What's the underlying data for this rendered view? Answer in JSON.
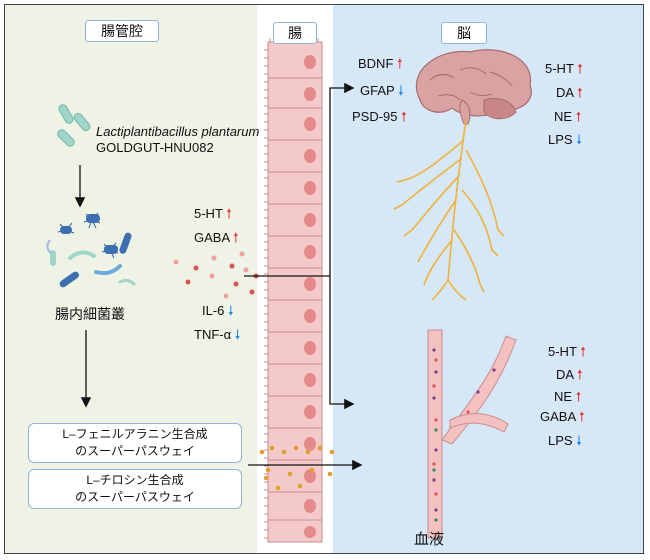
{
  "headers": {
    "lumen": "腸管腔",
    "gut": "腸",
    "brain": "脳"
  },
  "bacteria": {
    "species": "Lactiplantibacillus plantarum",
    "strain": "GOLDGUT-HNU082"
  },
  "microbiota_label": "腸内細菌叢",
  "pathways": [
    {
      "line1": "L–フェニルアラニン生合成",
      "line2": "のスーパーパスウェイ"
    },
    {
      "line1": "L–チロシン生合成",
      "line2": "のスーパーパスウェイ"
    }
  ],
  "gut_markers": [
    {
      "name": "5-HT",
      "direction": "up"
    },
    {
      "name": "GABA",
      "direction": "up"
    },
    {
      "name": "IL-6",
      "direction": "down"
    },
    {
      "name": "TNF-α",
      "direction": "down"
    }
  ],
  "brain_left_markers": [
    {
      "name": "BDNF",
      "direction": "up"
    },
    {
      "name": "GFAP",
      "direction": "down"
    },
    {
      "name": "PSD-95",
      "direction": "up"
    }
  ],
  "brain_right_markers": [
    {
      "name": "5-HT",
      "direction": "up"
    },
    {
      "name": "DA",
      "direction": "up"
    },
    {
      "name": "NE",
      "direction": "up"
    },
    {
      "name": "LPS",
      "direction": "down"
    }
  ],
  "blood_markers": [
    {
      "name": "5-HT",
      "direction": "up"
    },
    {
      "name": "DA",
      "direction": "up"
    },
    {
      "name": "NE",
      "direction": "up"
    },
    {
      "name": "GABA",
      "direction": "up"
    },
    {
      "name": "LPS",
      "direction": "down"
    }
  ],
  "blood_label": "血液",
  "colors": {
    "up_arrow": "#e53935",
    "down_arrow": "#1e88e5",
    "lumen_bg": "#eef3e6",
    "brain_bg": "#d6e7f7",
    "cell_fill": "#f4c9c9",
    "nucleus": "#e58a8a",
    "nerve": "#f0b23a"
  }
}
